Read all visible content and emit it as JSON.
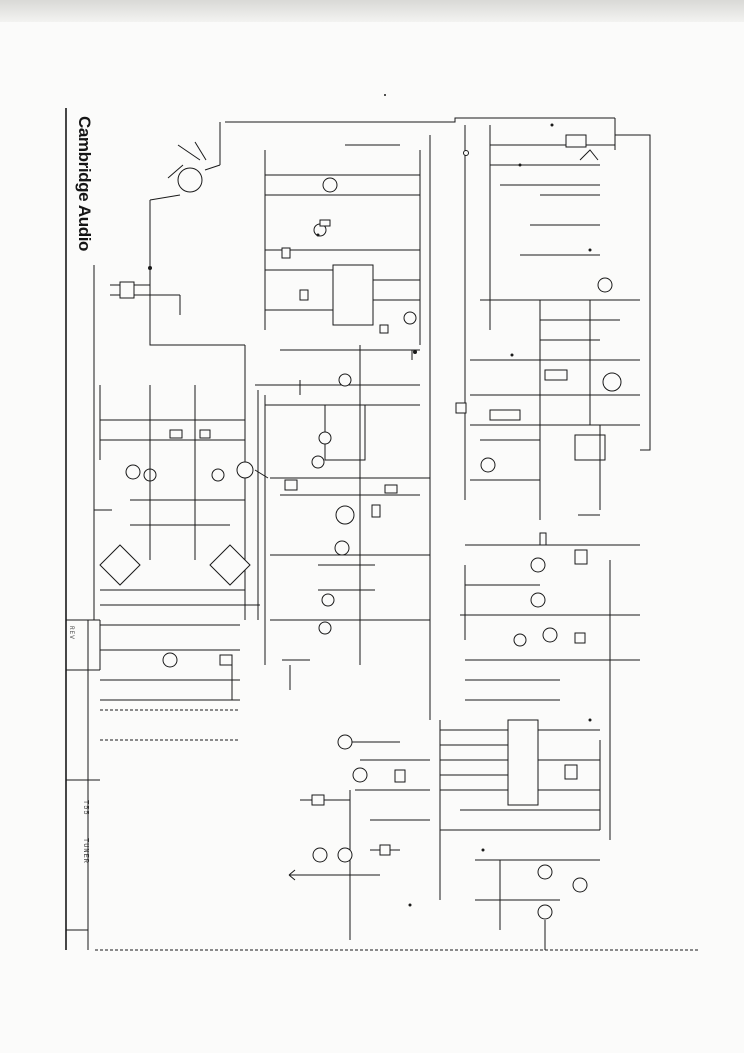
{
  "title_block": {
    "brand": "Cambridge Audio",
    "model_note": "T55",
    "section_note": "TUNER",
    "revision_note": "REV"
  }
}
